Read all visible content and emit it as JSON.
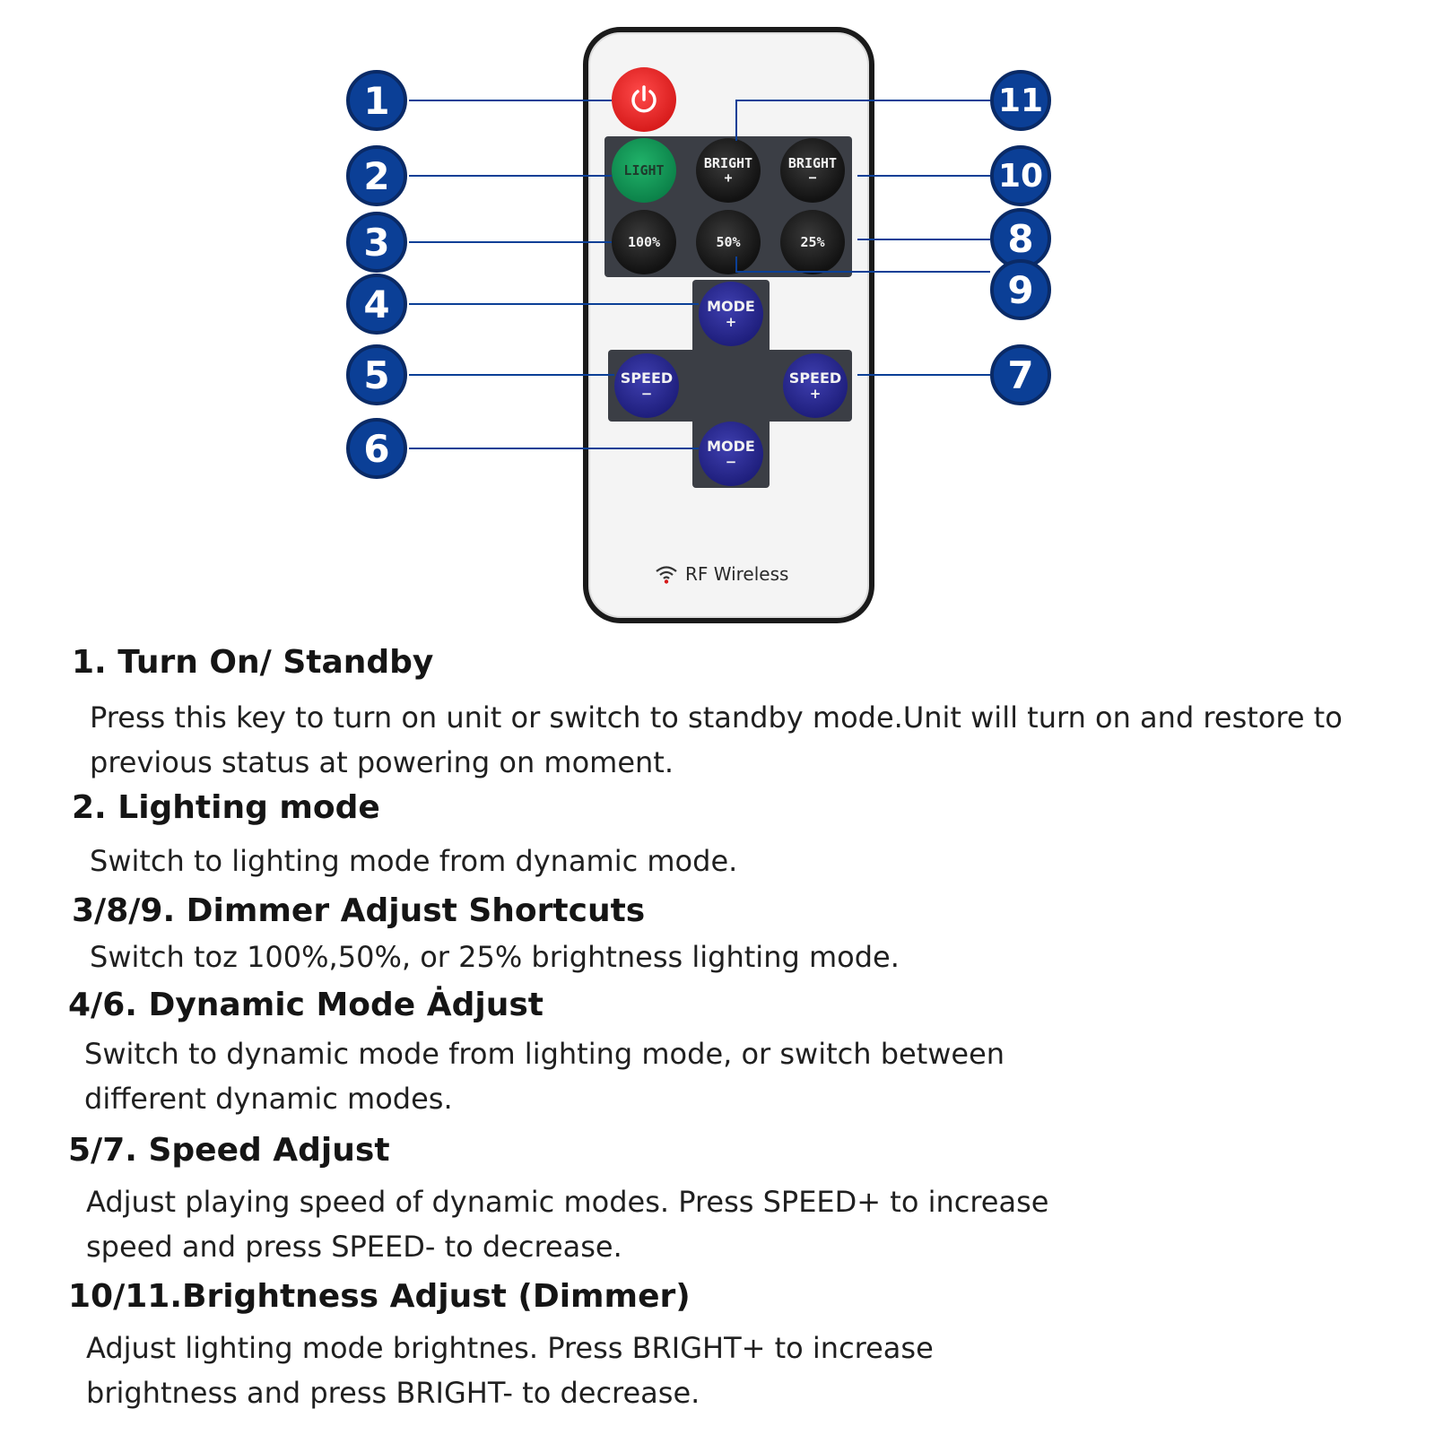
{
  "remote": {
    "buttons": {
      "light": "LIGHT",
      "bright_plus": "BRIGHT",
      "bright_plus_sub": "+",
      "bright_minus": "BRIGHT",
      "bright_minus_sub": "−",
      "p100": "100%",
      "p50": "50%",
      "p25": "25%",
      "mode_plus": "MODE",
      "mode_plus_sub": "+",
      "mode_minus": "MODE",
      "mode_minus_sub": "−",
      "speed_minus": "SPEED",
      "speed_minus_sub": "−",
      "speed_plus": "SPEED",
      "speed_plus_sub": "+"
    },
    "rf_label": "RF Wireless",
    "colors": {
      "callout": "#0b3f96",
      "power": "#d61a1a",
      "light": "#0b8048",
      "mode_speed": "#1d1d7a",
      "panel": "#3b3e45"
    }
  },
  "callouts": [
    "1",
    "2",
    "3",
    "4",
    "5",
    "6",
    "7",
    "8",
    "9",
    "10",
    "11"
  ],
  "sections": [
    {
      "title": "1. Turn On/ Standby",
      "body": "Press this key to turn on unit or switch to standby mode.Unit will  turn on and restore to previous status at powering on moment."
    },
    {
      "title": "2. Lighting mode",
      "body": "Switch to lighting mode from dynamic mode."
    },
    {
      "title": "3/8/9. Dimmer  Adjust  Shortcuts",
      "body": "Switch toz 100%,50%, or 25%  brightness lighting mode."
    },
    {
      "title": "4/6. Dynamic Mode Ȧdjust",
      "body": "Switch to dynamic mode from lighting mode, or switch between different dynamic modes."
    },
    {
      "title": "5/7. Speed Adjust",
      "body": "Adjust playing speed of dynamic modes. Press SPEED+ to increase speed and press SPEED- to decrease."
    },
    {
      "title": "10/11.Brightness Adjust (Dimmer)",
      "body": "Adjust lighting mode brightnes. Press BRIGHT+ to increase brightness and press BRIGHT- to decrease."
    }
  ]
}
